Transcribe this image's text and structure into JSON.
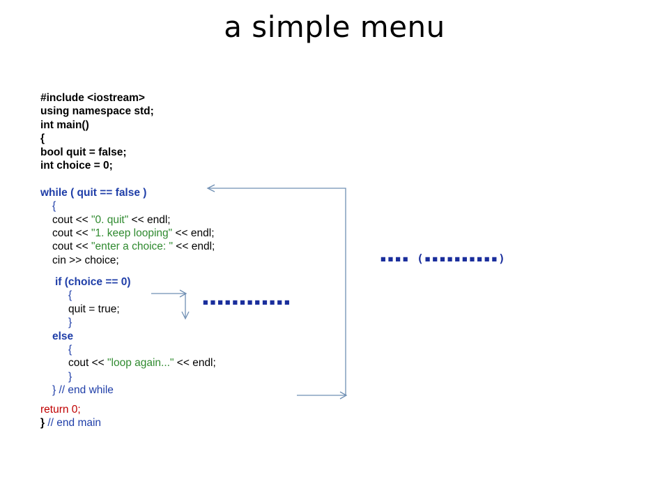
{
  "title": "a simple menu",
  "code": {
    "include": "#include <iostream>",
    "using": "using namespace std;",
    "main": "int main()",
    "open_main": "{",
    "bool_quit": "bool quit = false;",
    "int_choice": "int choice = 0;",
    "while_head": "while ( quit == false )",
    "while_open": "{",
    "cout1_pre": "cout << ",
    "cout1_str": "\"0. quit\"",
    "cout1_post": " << endl;",
    "cout2_pre": "cout << ",
    "cout2_str": "\"1. keep looping\"",
    "cout2_post": " << endl;",
    "cout3_pre": "cout << ",
    "cout3_str": "\"enter a choice: \"",
    "cout3_post": " << endl;",
    "cin": "cin >> choice;",
    "if_head": "if (choice == 0)",
    "if_open": "{",
    "quit_true": "quit = true;",
    "if_close": "}",
    "else": "else",
    "else_open": "{",
    "cout4_pre": "cout << ",
    "cout4_str": "\"loop again...\"",
    "cout4_post": " << endl;",
    "else_close": "}",
    "while_close": "}",
    "while_comment": " // end while",
    "return": "return 0;",
    "main_close": "}",
    "main_comment": " // end main"
  },
  "annotations": {
    "loop_label": "▪▪▪▪ (▪▪▪▪▪▪▪▪▪▪)",
    "condition_label": "▪▪▪▪▪▪▪▪▪▪▪▪"
  },
  "colors": {
    "keyword_blue": "#1f3ea8",
    "string_green": "#2f8a2f",
    "return_red": "#c00000",
    "arrow": "#6f8fb3",
    "annotation": "#1a2e9c"
  }
}
